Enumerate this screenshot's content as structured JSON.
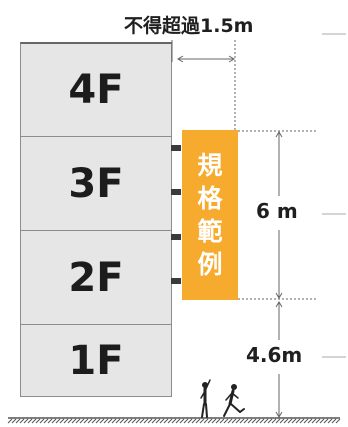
{
  "floors": [
    {
      "label": "4F"
    },
    {
      "label": "3F"
    },
    {
      "label": "2F"
    },
    {
      "label": "1F"
    }
  ],
  "sign": {
    "chars": [
      "規",
      "格",
      "範",
      "例"
    ],
    "color": "#f6ab2f",
    "text_color": "#ffffff"
  },
  "dimensions": {
    "overhang_limit": "不得超過1.5m",
    "sign_height": "6 m",
    "clearance": "4.6m"
  },
  "colors": {
    "floor_fill": "#e6e6e6",
    "floor_border": "#8d8d8d",
    "ground": "#555555"
  },
  "icons": [
    "pedestrian-icon",
    "walking-person-icon"
  ]
}
